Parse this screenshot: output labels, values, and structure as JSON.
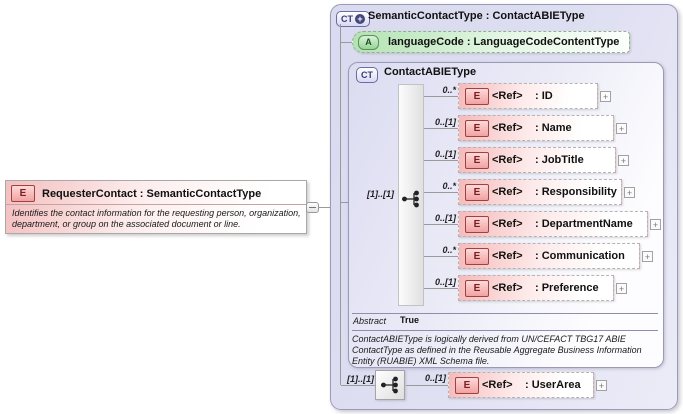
{
  "icons": {
    "element_badge": "E",
    "attribute_badge": "A",
    "complex_type_badge": "CT",
    "plus": "+"
  },
  "colors": {
    "container_fill": "#dcdcf2",
    "element_fill": "#f6baba",
    "attribute_fill": "#b2e2b2",
    "element_badge_border": "#9c4242",
    "border": "#9a9ab4"
  },
  "left_element": {
    "title": "RequesterContact : SemanticContactType",
    "annotation": "Identifies the contact information for the requesting person, organization, department, or group on the associated document or line."
  },
  "root": {
    "title": "SemanticContactType : ContactABIEType",
    "attribute": {
      "label": "languageCode : LanguageCodeContentType"
    },
    "complex_type": {
      "title": "ContactABIEType",
      "sequence_cardinality": "[1]..[1]",
      "elements": [
        {
          "cardinality": "0..*",
          "ref": "<Ref>",
          "label": ": ID"
        },
        {
          "cardinality": "0..[1]",
          "ref": "<Ref>",
          "label": ": Name"
        },
        {
          "cardinality": "0..[1]",
          "ref": "<Ref>",
          "label": ": JobTitle"
        },
        {
          "cardinality": "0..*",
          "ref": "<Ref>",
          "label": ": Responsibility"
        },
        {
          "cardinality": "0..[1]",
          "ref": "<Ref>",
          "label": ": DepartmentName"
        },
        {
          "cardinality": "0..*",
          "ref": "<Ref>",
          "label": ": Communication"
        },
        {
          "cardinality": "0..[1]",
          "ref": "<Ref>",
          "label": ": Preference"
        }
      ],
      "abstract_label": "Abstract",
      "abstract_value": "True",
      "description": "ContactABIEType is logically derived from UN/CEFACT TBG17 ABIE ContactType as defined in the Reusable Aggregate Business Information Entity (RUABIE) XML Schema file."
    },
    "user_area_group": {
      "sequence_cardinality": "[1]..[1]",
      "element": {
        "cardinality": "0..[1]",
        "ref": "<Ref>",
        "label": ": UserArea"
      }
    }
  }
}
